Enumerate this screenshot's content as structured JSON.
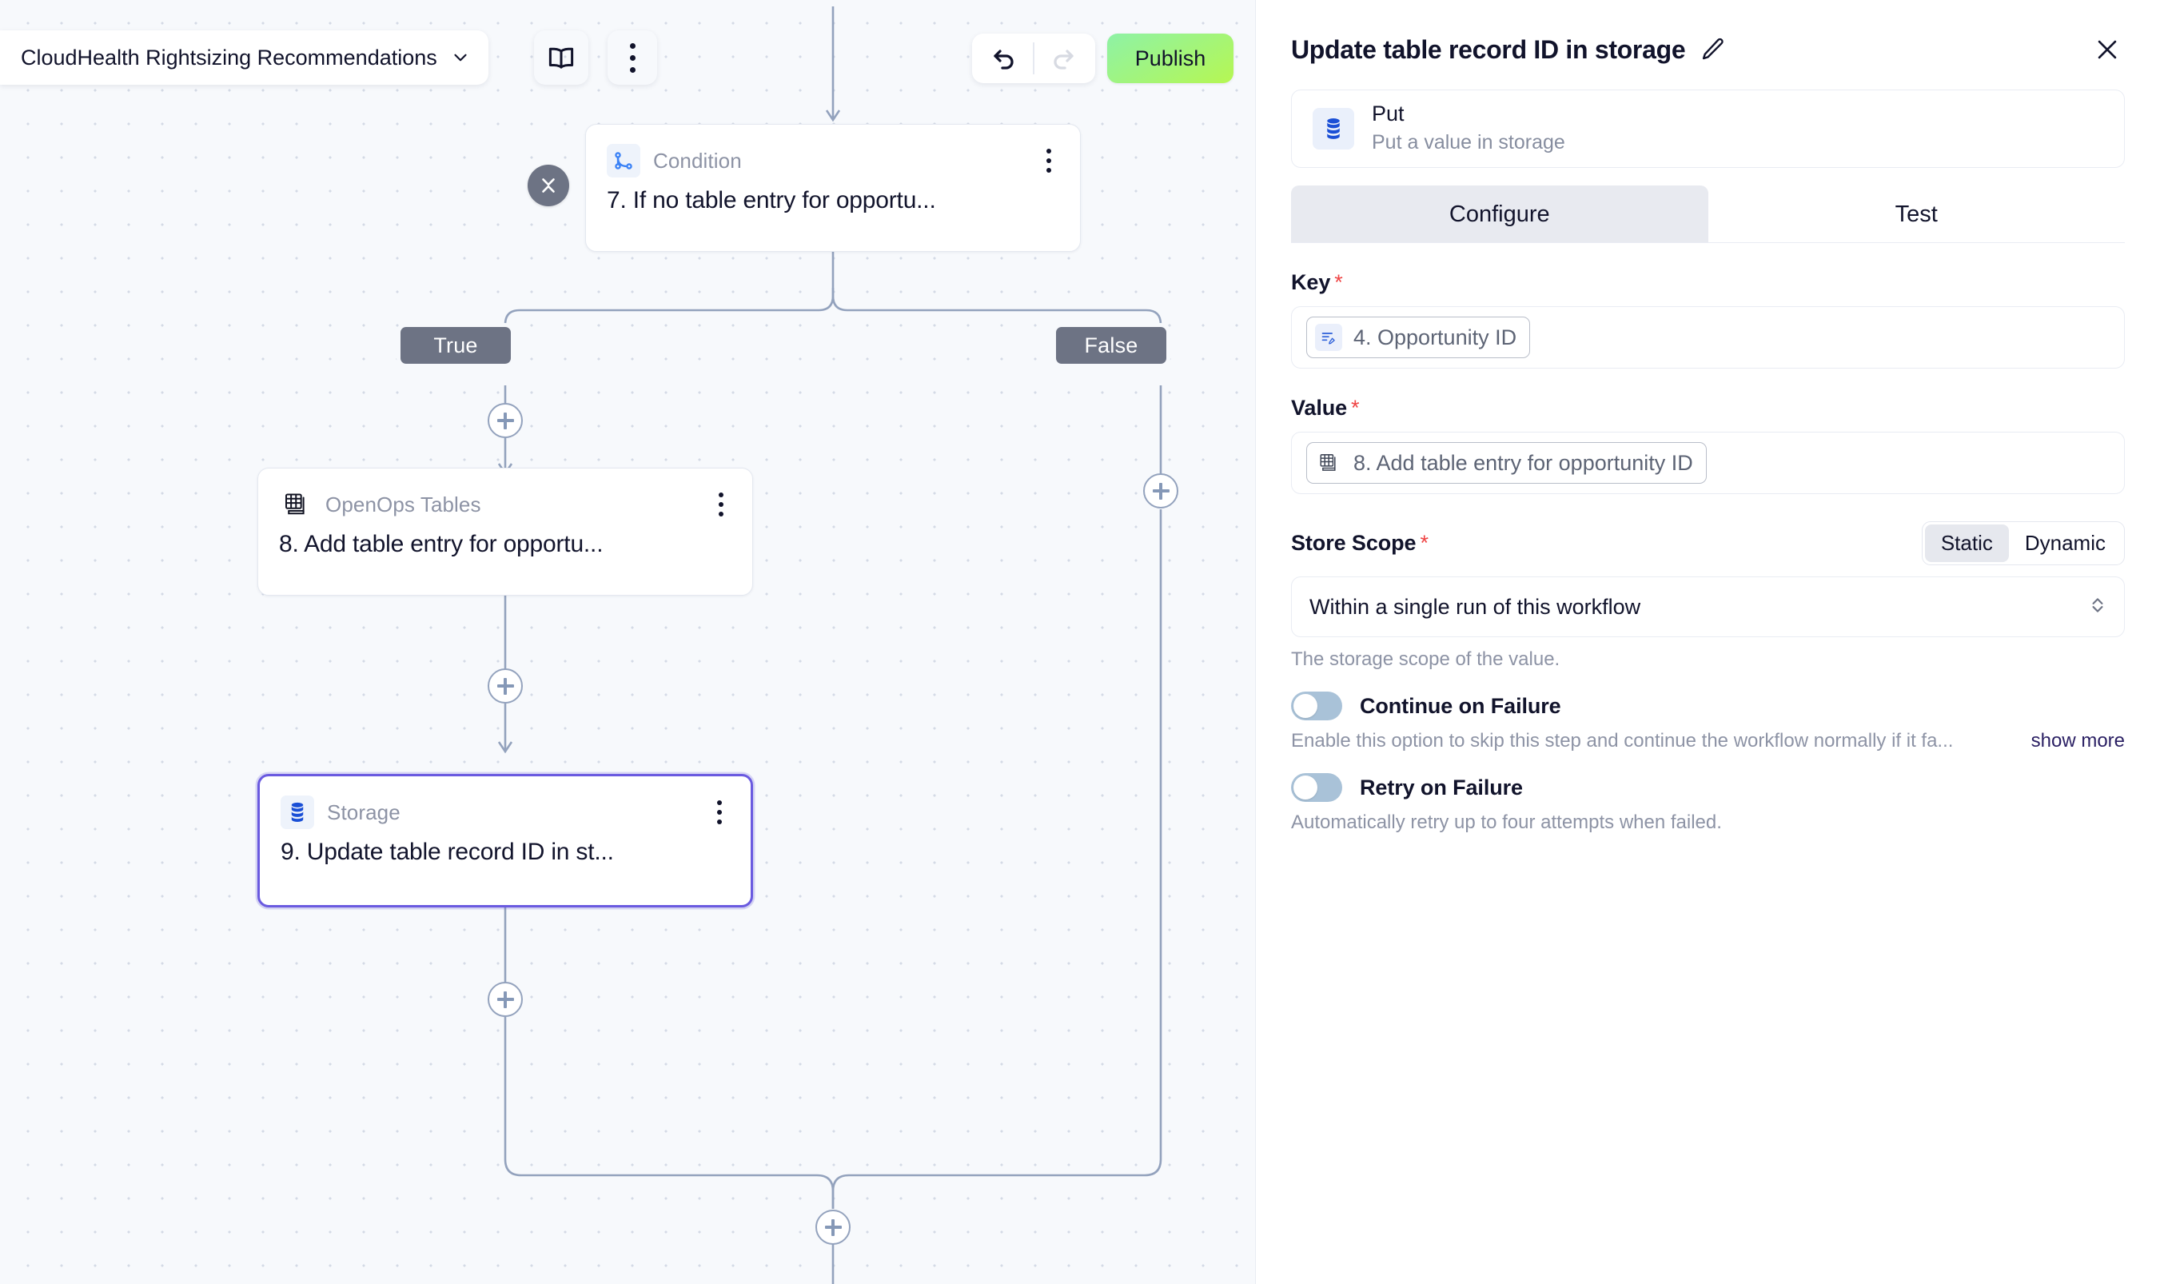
{
  "toolbar": {
    "flow_name": "CloudHealth Rightsizing Recommendations",
    "chevron_icon": "chevron-down-icon",
    "docs_icon": "book-icon",
    "more_icon": "more-vertical-icon",
    "undo_icon": "undo-arrow-icon",
    "redo_icon": "redo-arrow-icon",
    "publish_label": "Publish",
    "publish_color": "#b6f752"
  },
  "canvas": {
    "nodes": [
      {
        "id": "condition",
        "type_label": "Condition",
        "title": "7. If no table entry for opportu...",
        "icon": "branch-icon",
        "selected": false,
        "menu_icon": "more-vertical-icon"
      },
      {
        "id": "tables",
        "type_label": "OpenOps Tables",
        "title": "8. Add table entry for opportu...",
        "icon": "tables-icon",
        "selected": false,
        "menu_icon": "more-vertical-icon"
      },
      {
        "id": "storage",
        "type_label": "Storage",
        "title": "9. Update table record ID in st...",
        "icon": "database-icon",
        "selected": true,
        "menu_icon": "more-vertical-icon"
      }
    ],
    "branches": [
      {
        "label": "True"
      },
      {
        "label": "False"
      }
    ],
    "collapse_icon": "collapse-chevrons-icon",
    "add_step_icon": "plus-icon",
    "selected_border_color": "#6a5ae0",
    "edge_color": "#93a2bd"
  },
  "panel": {
    "title": "Update table record ID in storage",
    "edit_icon": "pencil-icon",
    "close_icon": "close-icon",
    "piece": {
      "name": "Put",
      "description": "Put a value in storage",
      "icon": "database-icon"
    },
    "tabs": [
      {
        "label": "Configure",
        "active": true
      },
      {
        "label": "Test",
        "active": false
      }
    ],
    "fields": {
      "key": {
        "label": "Key",
        "required": "*",
        "chip_text": "4. Opportunity ID",
        "chip_icon": "text-edit-icon"
      },
      "value": {
        "label": "Value",
        "required": "*",
        "chip_text": "8. Add table entry for opportunity ID",
        "chip_icon": "tables-icon"
      },
      "store_scope": {
        "label": "Store Scope",
        "required": "*",
        "segments": [
          {
            "label": "Static",
            "active": true
          },
          {
            "label": "Dynamic",
            "active": false
          }
        ],
        "selected_value": "Within a single run of this workflow",
        "chevron_icon": "chevron-up-down-icon",
        "hint": "The storage scope of the value."
      }
    },
    "continue_on_failure": {
      "label": "Continue on Failure",
      "enabled": false,
      "description": "Enable this option to skip this step and continue the workflow normally if it fa...",
      "show_more_label": "show more"
    },
    "retry_on_failure": {
      "label": "Retry on Failure",
      "enabled": false,
      "description": "Automatically retry up to four attempts when failed."
    }
  }
}
